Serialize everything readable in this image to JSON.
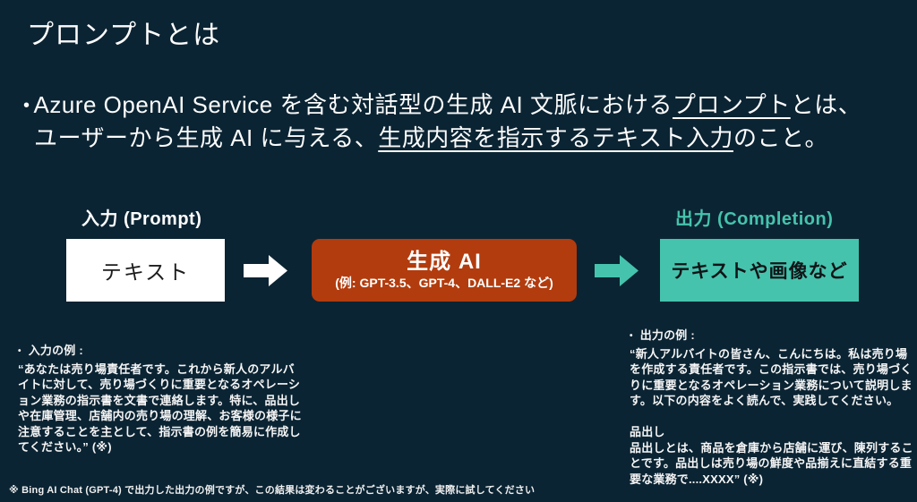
{
  "slide": {
    "title": "プロンプトとは",
    "colors": {
      "background": "#0b2433",
      "accent_teal": "#46c3ad",
      "accent_orange": "#b23c0e",
      "text_white": "#ffffff",
      "box_text_dark": "#1d1d1d"
    }
  },
  "intro": {
    "bullet": "•",
    "s1": "Azure OpenAI Service を含む対話型の生成 AI 文脈における",
    "s2_underlined": "プロンプト",
    "s3": "とは、",
    "s4": "ユーザーから生成 AI に与える、",
    "s5_underlined": "生成内容を指示するテキスト入力",
    "s6": "のこと。"
  },
  "diagram": {
    "input_label": "入力 (Prompt)",
    "input_box": "テキスト",
    "model_box_title": "生成 AI",
    "model_box_subtitle": "(例: GPT-3.5、GPT-4、DALL-E2 など)",
    "output_label": "出力 (Completion)",
    "output_box": "テキストや画像など"
  },
  "input_example": {
    "bullet": "•",
    "heading": "入力の例 :",
    "body": "“あなたは売り場責任者です。これから新人のアルバイトに対して、売り場づくりに重要となるオペレーション業務の指示書を文書で連絡します。特に、品出しや在庫管理、店舗内の売り場の理解、お客様の様子に注意することを主として、指示書の例を簡易に作成してください。” (※)"
  },
  "output_example": {
    "bullet": "•",
    "heading": "出力の例 :",
    "para1": "“新人アルバイトの皆さん、こんにちは。私は売り場を作成する責任者です。この指示書では、売り場づくりに重要となるオペレーション業務について説明します。以下の内容をよく読んで、実践してください。",
    "subheading": "品出し",
    "para2": "品出しとは、商品を倉庫から店舗に運び、陳列することです。品出しは売り場の鮮度や品揃えに直結する重要な業務で....XXXX” (※)"
  },
  "footnote": "※ Bing AI Chat (GPT-4) で出力した出力の例ですが、この結果は変わることがございますが、実際に試してください"
}
